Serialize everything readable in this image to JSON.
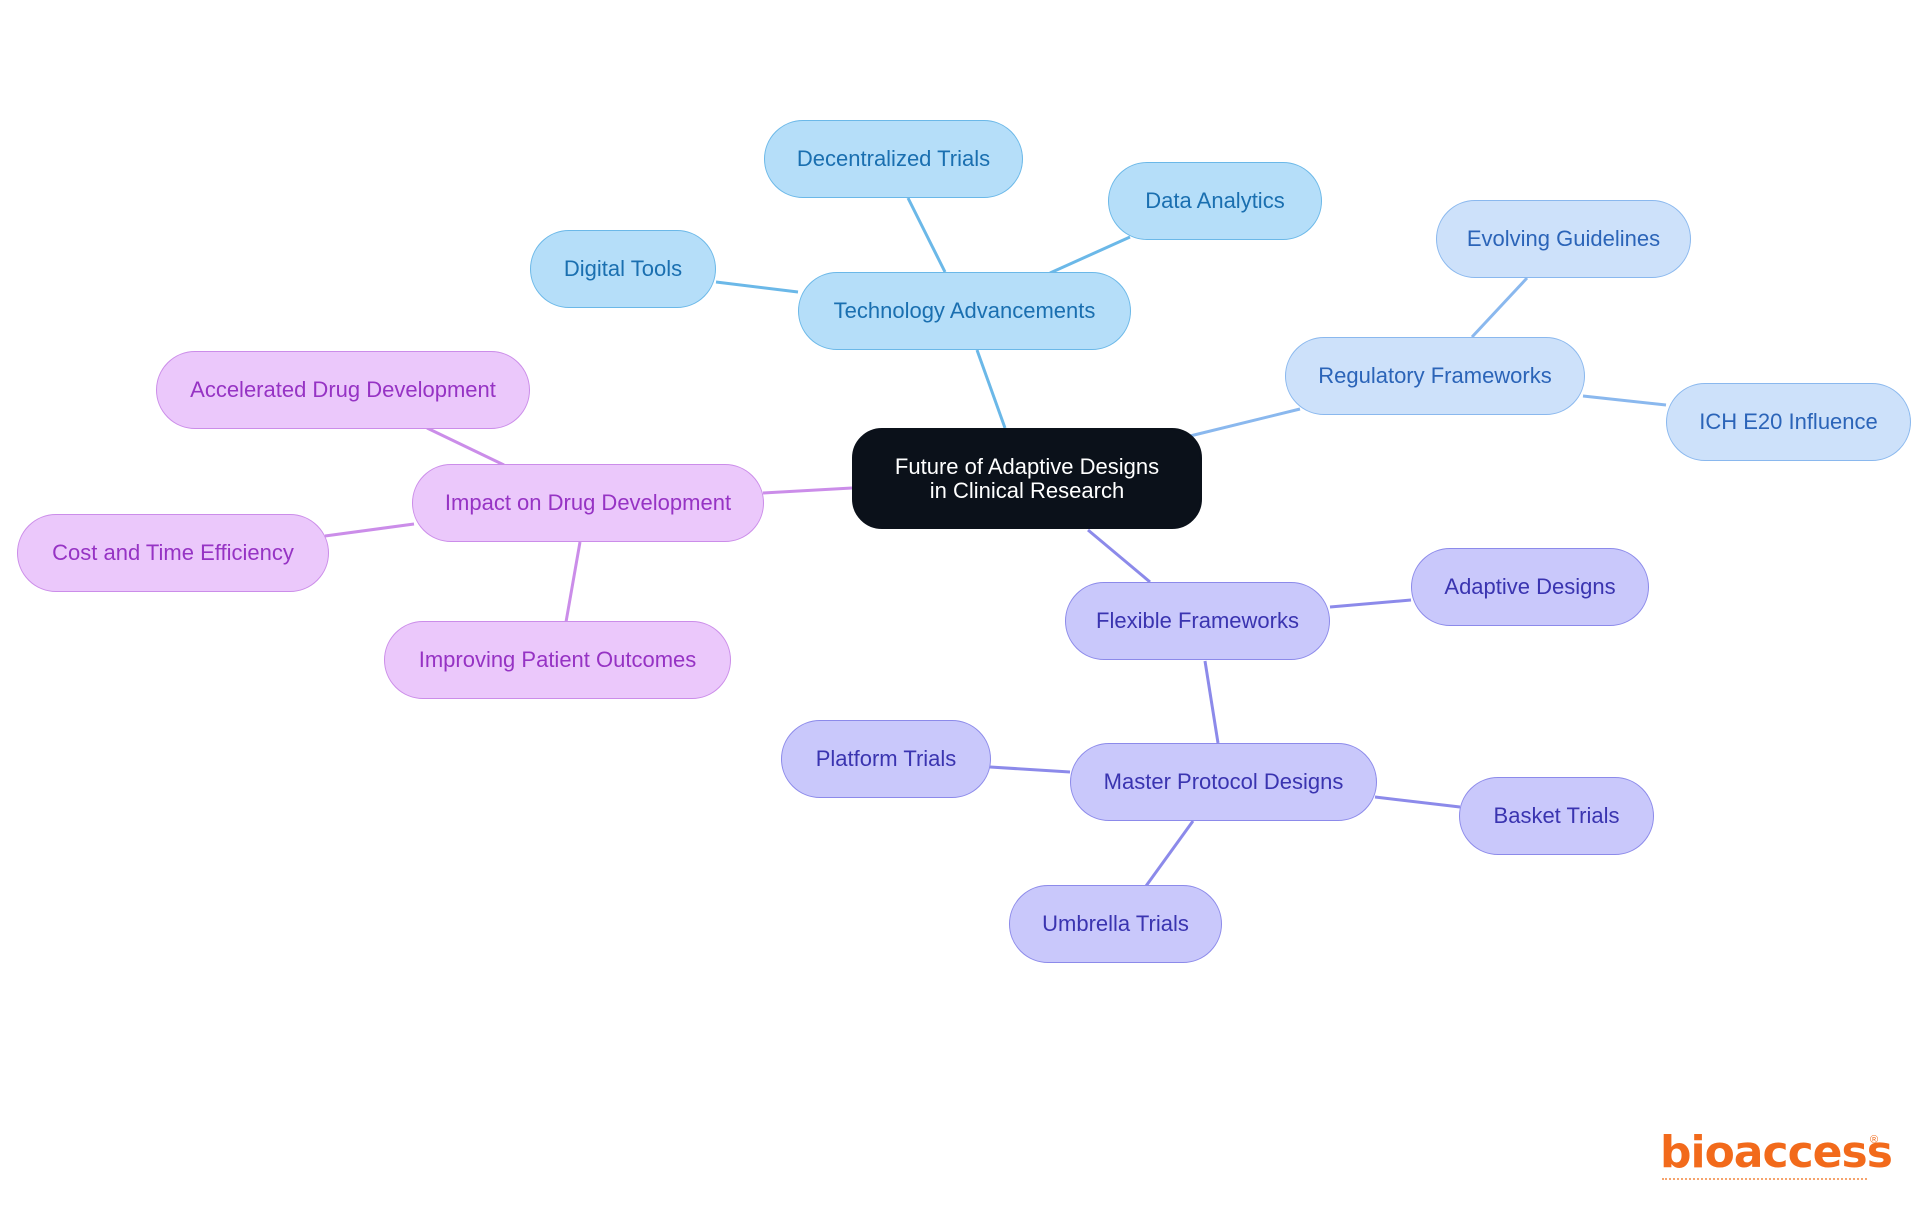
{
  "diagram": {
    "root": {
      "label": "Future of Adaptive Designs in Clinical Research"
    },
    "branches": {
      "technology": {
        "label": "Technology Advancements",
        "children": [
          "Decentralized Trials",
          "Data Analytics",
          "Digital Tools"
        ]
      },
      "regulatory": {
        "label": "Regulatory Frameworks",
        "children": [
          "Evolving Guidelines",
          "ICH E20 Influence"
        ]
      },
      "flexible": {
        "label": "Flexible Frameworks",
        "children": [
          "Adaptive Designs"
        ],
        "master": {
          "label": "Master Protocol Designs",
          "children": [
            "Platform Trials",
            "Basket Trials",
            "Umbrella Trials"
          ]
        }
      },
      "impact": {
        "label": "Impact on Drug Development",
        "children": [
          "Accelerated Drug Development",
          "Cost and Time Efficiency",
          "Improving Patient Outcomes"
        ]
      }
    },
    "colors": {
      "root": "#0b111a",
      "technology": "#b5def9",
      "regulatory": "#cde1fa",
      "flexible": "#c9c8fb",
      "impact": "#ebc8fb"
    }
  },
  "logo": {
    "wordmark": "bioaccess",
    "registered": "®"
  }
}
